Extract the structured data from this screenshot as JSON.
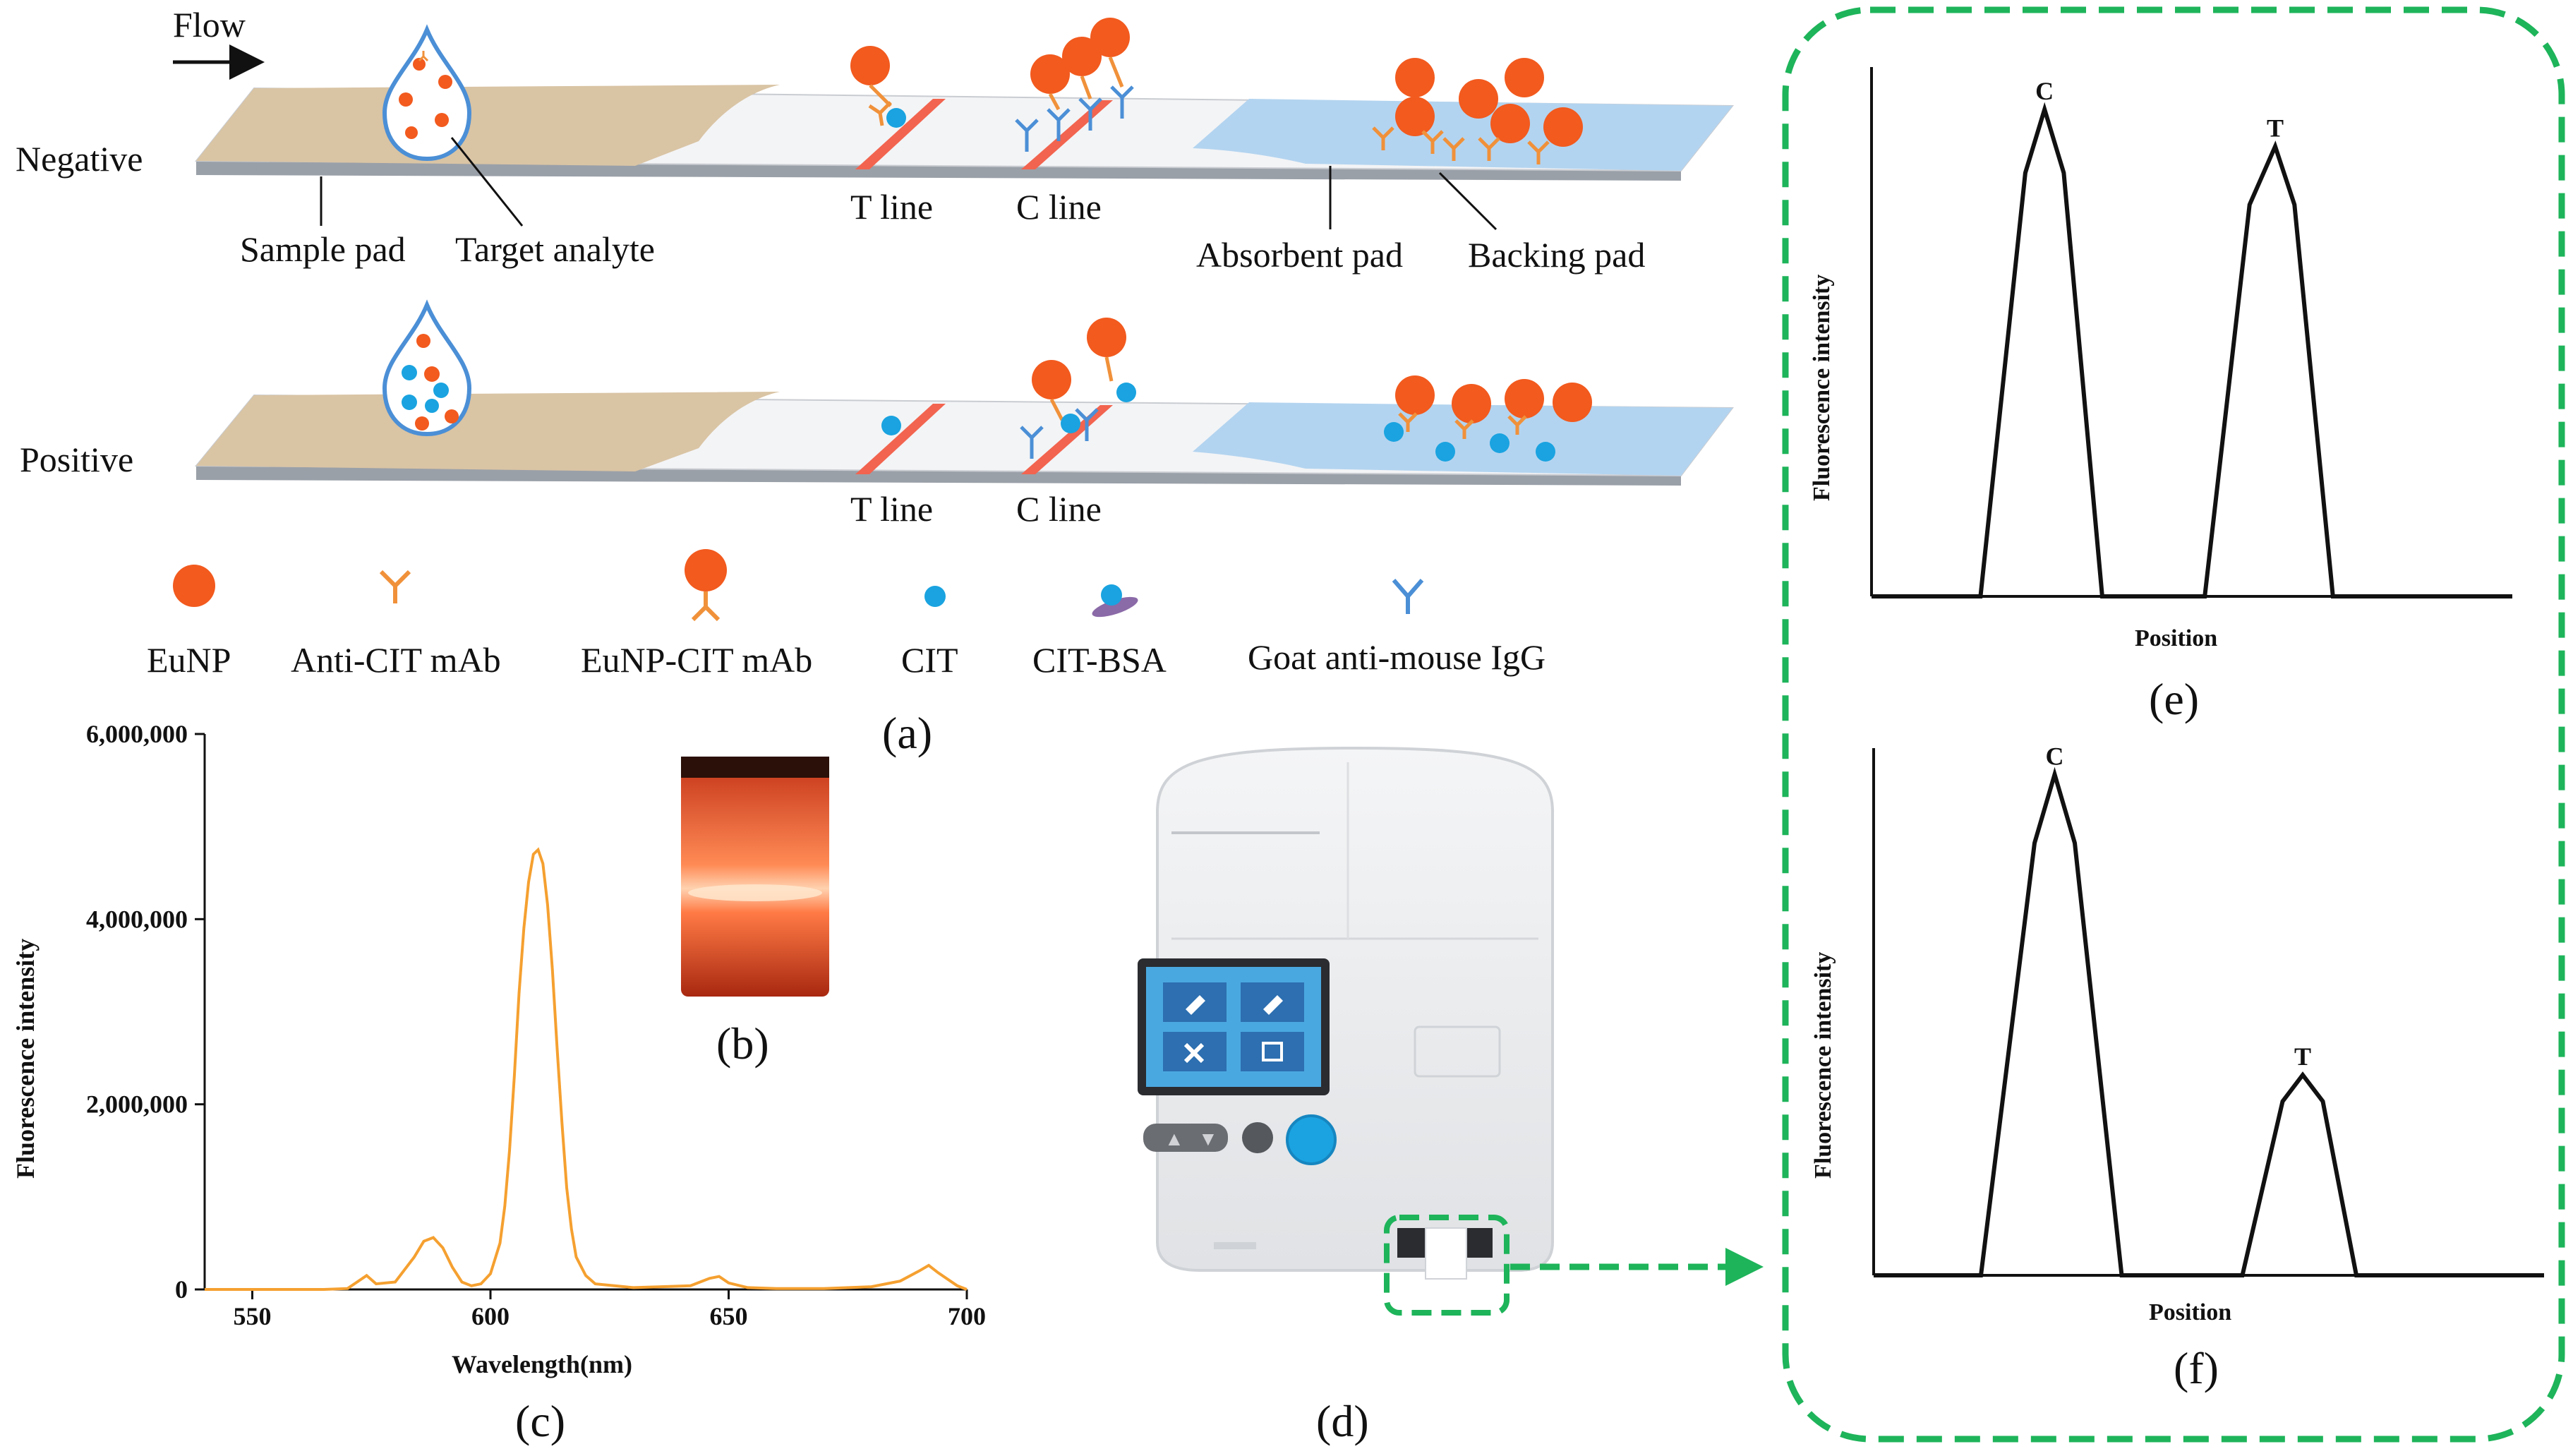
{
  "panel_a": {
    "flow_label": "Flow",
    "negative_label": "Negative",
    "positive_label": "Positive",
    "sample_pad_label": "Sample pad",
    "target_analyte_label": "Target analyte",
    "t_line_label": "T line",
    "c_line_label": "C line",
    "absorbent_pad_label": "Absorbent pad",
    "backing_pad_label": "Backing pad",
    "legend": {
      "eunp": "EuNP",
      "anti_cit_mab": "Anti-CIT mAb",
      "eunp_cit_mab": "EuNP-CIT mAb",
      "cit": "CIT",
      "cit_bsa": "CIT-BSA",
      "goat_anti_mouse_igg": "Goat anti-mouse IgG"
    },
    "panel_label": "(a)"
  },
  "panel_b": {
    "panel_label": "(b)"
  },
  "panel_c": {
    "panel_label": "(c)",
    "chart_data": {
      "type": "line",
      "xlabel": "Wavelength(nm)",
      "ylabel": "Fluorescence intensity",
      "xlim": [
        540,
        700
      ],
      "ylim": [
        0,
        6000000
      ],
      "x_ticks": [
        "550",
        "600",
        "650",
        "700"
      ],
      "y_ticks": [
        "0",
        "2,000,000",
        "4,000,000",
        "6,000,000"
      ],
      "grid": false,
      "line_color": "#f5a030",
      "series": [
        {
          "x": [
            540,
            565,
            570,
            572,
            574,
            576,
            580,
            584,
            586,
            588,
            590,
            592,
            594,
            596,
            598,
            600,
            602,
            603,
            604,
            605,
            606,
            607,
            608,
            609,
            610,
            611,
            612,
            613,
            614,
            615,
            616,
            617,
            618,
            620,
            622,
            626,
            630,
            636,
            642,
            646,
            648,
            650,
            654,
            660,
            670,
            680,
            686,
            690,
            692,
            694,
            698,
            700
          ],
          "y": [
            0,
            0,
            10000,
            80000,
            150000,
            60000,
            80000,
            350000,
            520000,
            560000,
            450000,
            240000,
            80000,
            40000,
            60000,
            170000,
            500000,
            900000,
            1500000,
            2300000,
            3200000,
            3900000,
            4400000,
            4700000,
            4750000,
            4600000,
            4150000,
            3450000,
            2600000,
            1800000,
            1100000,
            650000,
            350000,
            150000,
            60000,
            40000,
            20000,
            30000,
            40000,
            120000,
            140000,
            70000,
            20000,
            10000,
            10000,
            30000,
            90000,
            200000,
            260000,
            180000,
            40000,
            0
          ]
        }
      ]
    }
  },
  "panel_d": {
    "panel_label": "(d)"
  },
  "panel_e": {
    "panel_label": "(e)",
    "chart_data": {
      "type": "line",
      "xlabel": "Position",
      "ylabel": "Fluorescence intensity",
      "xlim": [
        0,
        100
      ],
      "ylim": [
        0,
        100
      ],
      "peak_labels": [
        "C",
        "T"
      ],
      "series": [
        {
          "x": [
            0,
            17,
            24,
            27,
            30,
            36,
            52,
            59,
            63,
            66,
            72,
            100
          ],
          "y": [
            0,
            0,
            80,
            92,
            80,
            0,
            0,
            74,
            85,
            74,
            0,
            0
          ]
        }
      ]
    }
  },
  "panel_f": {
    "panel_label": "(f)",
    "chart_data": {
      "type": "line",
      "xlabel": "Position",
      "ylabel": "Fluorescence intensity",
      "xlim": [
        0,
        100
      ],
      "ylim": [
        0,
        100
      ],
      "peak_labels": [
        "C",
        "T"
      ],
      "series": [
        {
          "x": [
            0,
            16,
            24,
            27,
            30,
            37,
            55,
            61,
            64,
            67,
            72,
            100
          ],
          "y": [
            0,
            0,
            82,
            95,
            82,
            0,
            0,
            33,
            38,
            33,
            0,
            0
          ]
        }
      ]
    }
  },
  "colors": {
    "eunp": "#f25a1e",
    "cit": "#1aa3e0",
    "antibody": "#f0913a",
    "igg": "#4b8fd6",
    "sample_pad": "#d9c4a4",
    "absorbent_pad": "#b3d4f0",
    "backing": "#9aa0a8",
    "line_red": "#f2644f",
    "dash_green": "#1eb45a",
    "spectrum": "#f5a030"
  }
}
